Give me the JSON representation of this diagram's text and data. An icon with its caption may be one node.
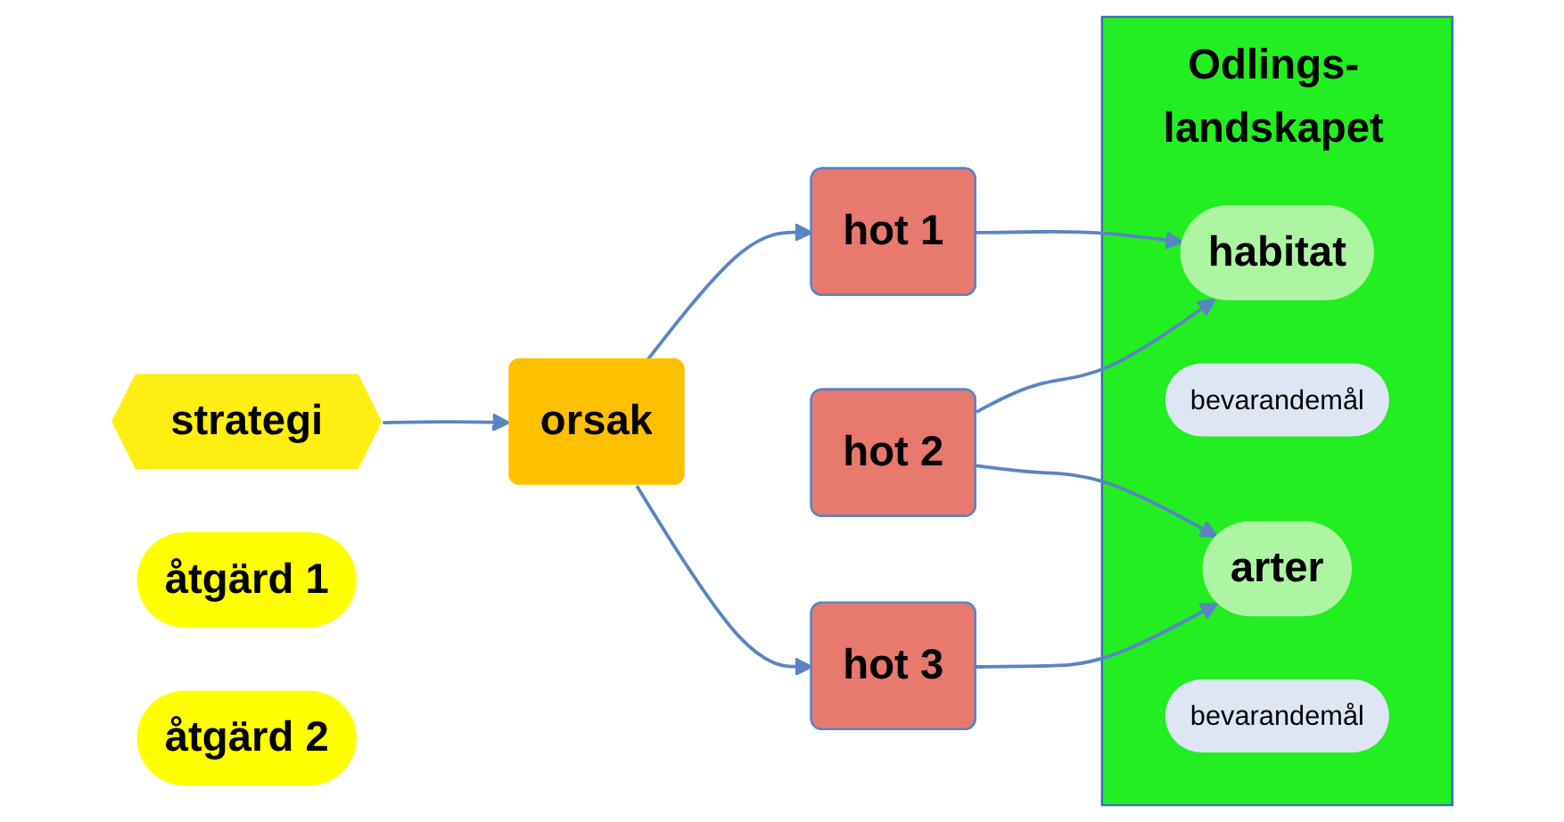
{
  "diagram": {
    "nodes": [
      {
        "text": [
          "strategi"
        ]
      },
      {
        "text": [
          "åtgärd 1"
        ]
      },
      {
        "text": [
          "åtgärd 2"
        ]
      },
      {
        "text": [
          "orsak"
        ]
      },
      {
        "text": [
          "hot 1"
        ]
      },
      {
        "text": [
          "hot 2"
        ]
      },
      {
        "text": [
          "hot 3"
        ]
      },
      {
        "text": [
          "Odlings- landskapet"
        ]
      },
      {
        "text": [
          "habitat"
        ],
        "in": 7
      },
      {
        "text": [
          "bevarandemål"
        ],
        "in": 7
      },
      {
        "text": [
          "arter"
        ],
        "in": 7
      },
      {
        "text": [
          "bevarandemål"
        ],
        "in": 7
      }
    ],
    "edges": [
      {
        "from": 0,
        "to": 3,
        "arrow": "to"
      },
      {
        "from": 3,
        "to": 4,
        "arrow": "to"
      },
      {
        "from": 3,
        "to": 6,
        "arrow": "to"
      },
      {
        "from": 4,
        "to": 8,
        "arrow": "to"
      },
      {
        "from": 5,
        "to": 8,
        "arrow": "to"
      },
      {
        "from": 5,
        "to": 10,
        "arrow": "to"
      },
      {
        "from": 6,
        "to": 10,
        "arrow": "to"
      }
    ]
  }
}
